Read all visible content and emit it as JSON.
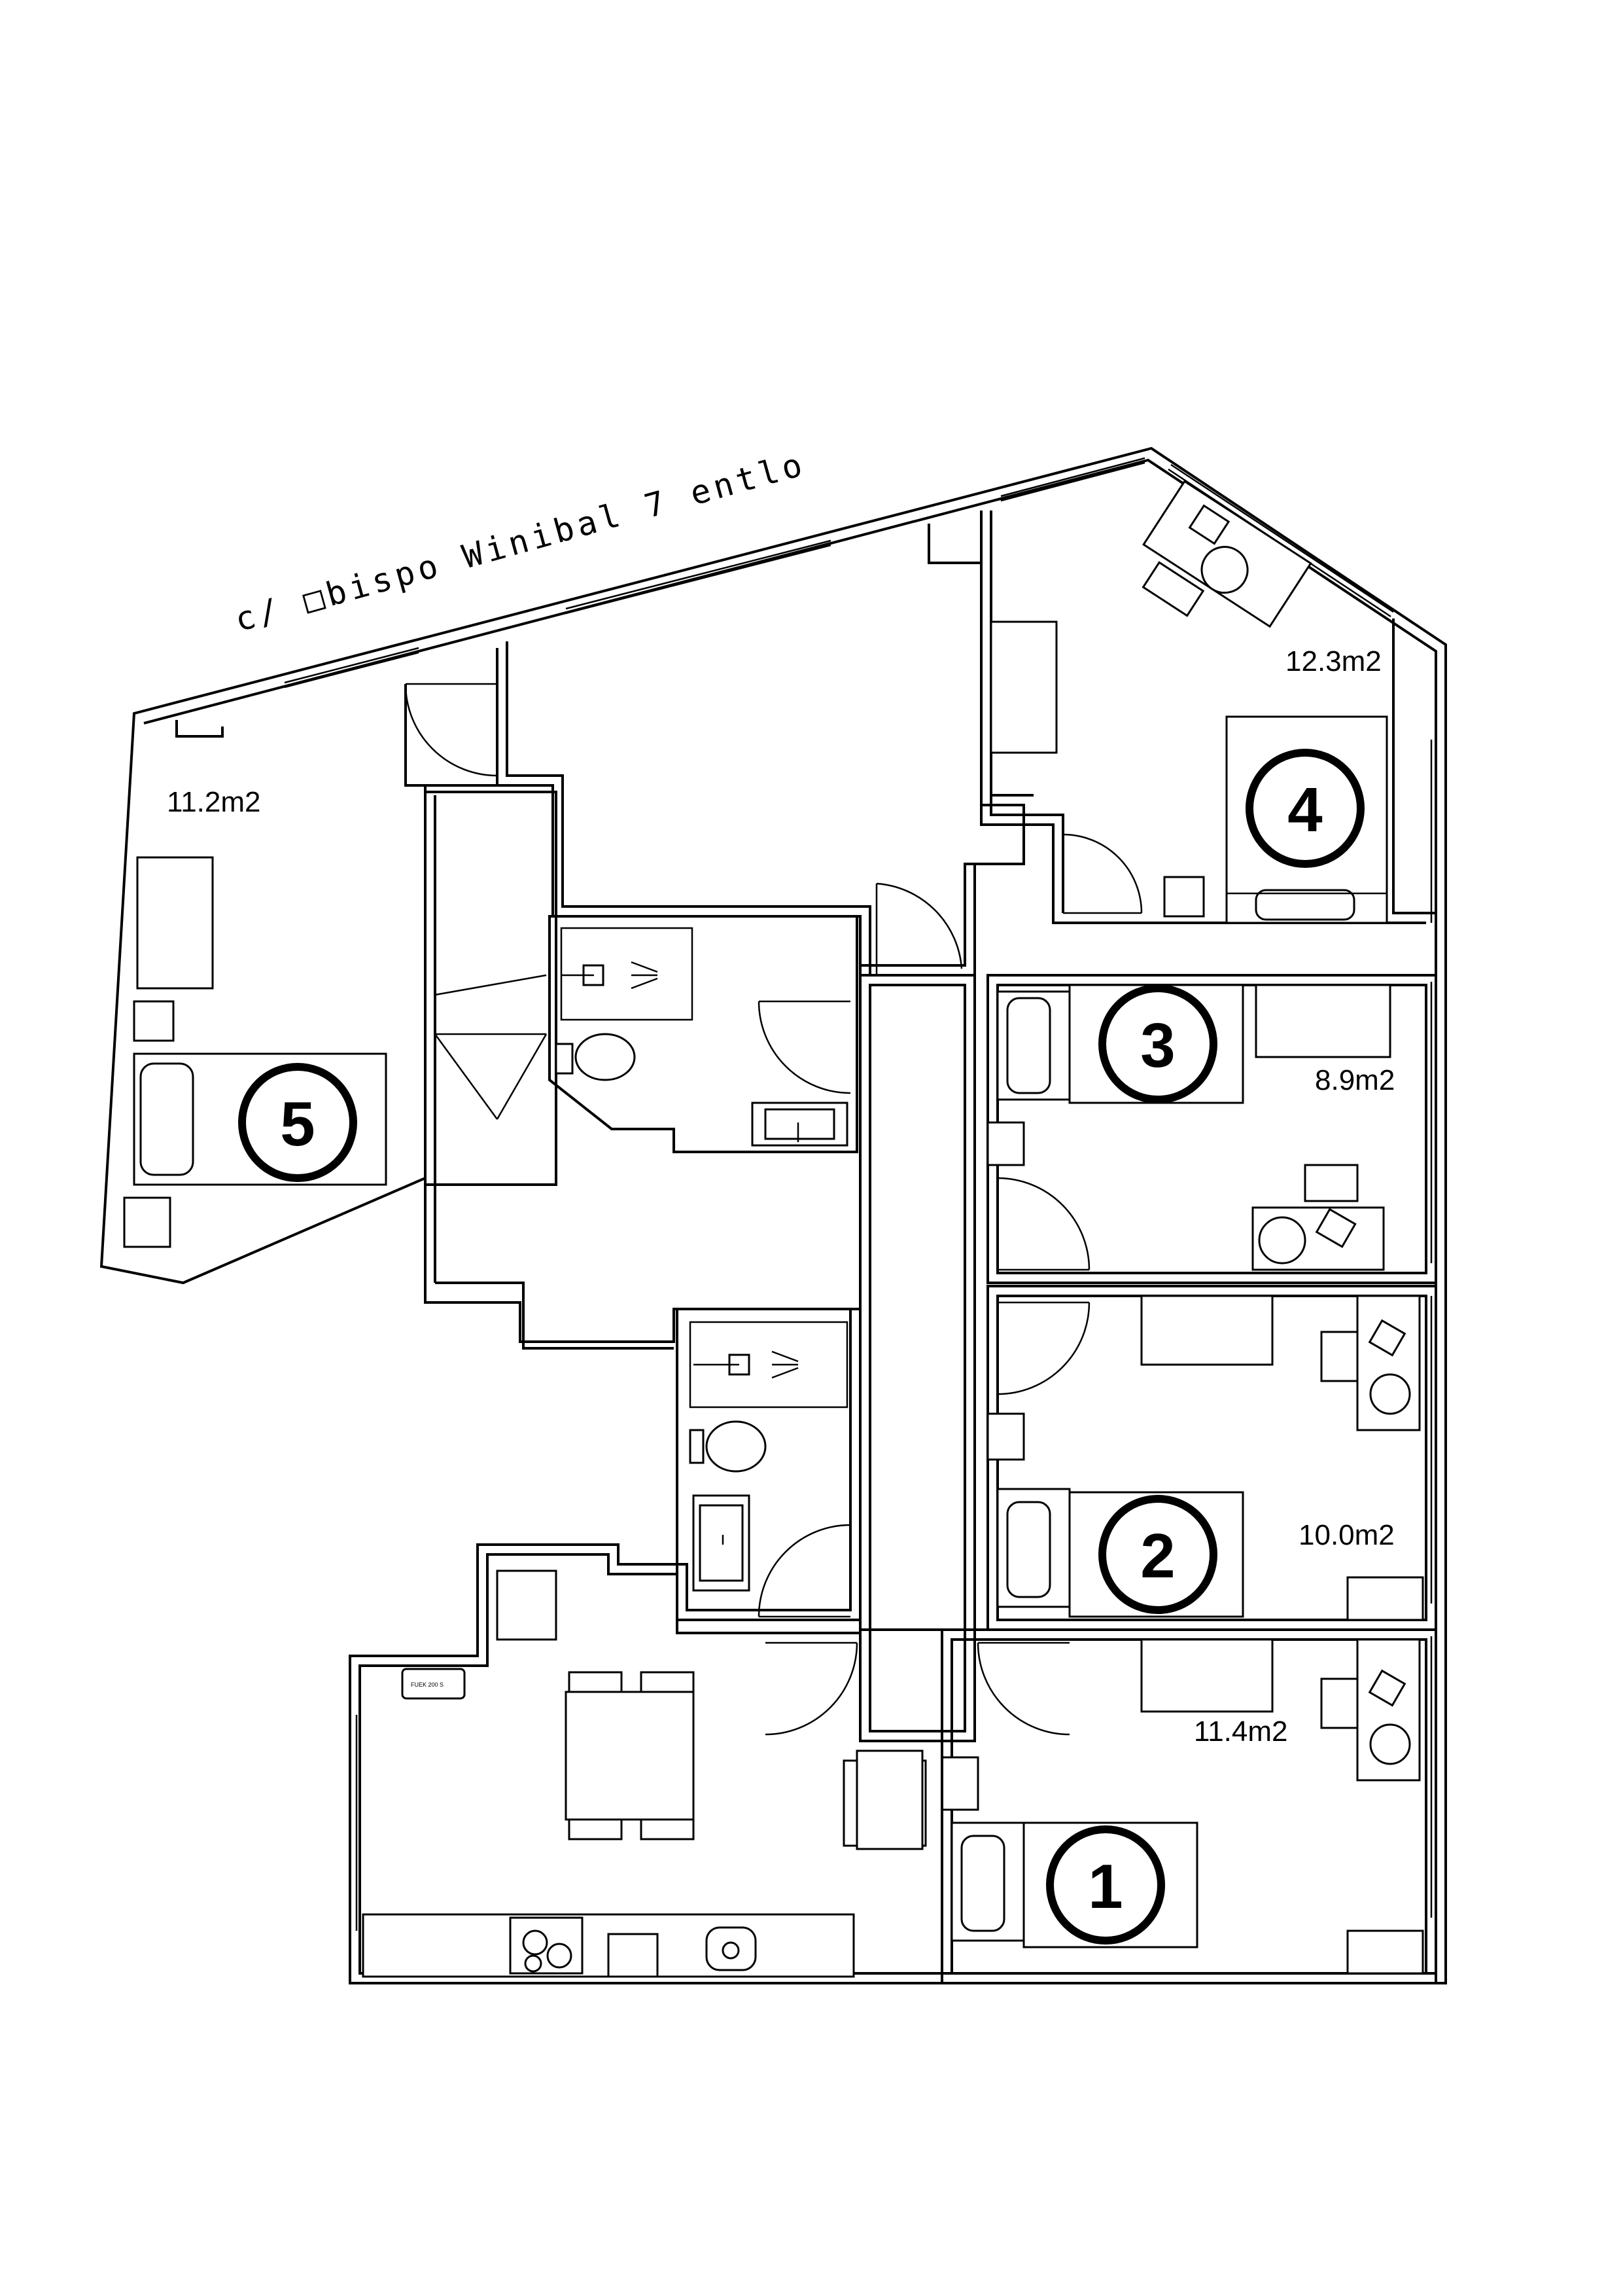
{
  "street_label": "c/ □bispo Winibal 7 entlo",
  "rooms": [
    {
      "number": "1",
      "area": "11.4m2"
    },
    {
      "number": "2",
      "area": "10.0m2"
    },
    {
      "number": "3",
      "area": "8.9m2"
    },
    {
      "number": "4",
      "area": "12.3m2"
    },
    {
      "number": "5",
      "area": "11.2m2"
    }
  ],
  "appliance_label": "FUEK 200 S"
}
